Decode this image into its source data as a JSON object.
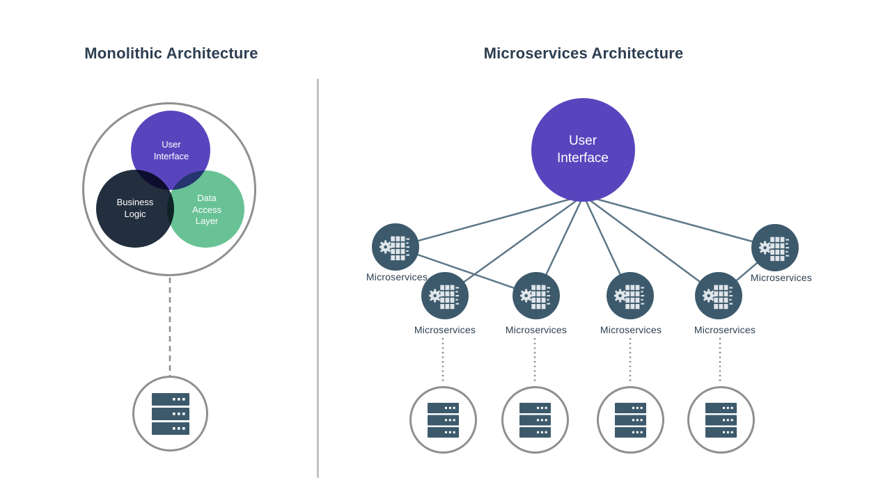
{
  "left": {
    "title": "Monolithic Architecture",
    "venn": {
      "user_interface": "User\nInterface",
      "business_logic": "Business\nLogic",
      "data_access": "Data\nAccess\nLayer"
    },
    "database": {
      "icon": "server-stack-icon"
    }
  },
  "right": {
    "title": "Microservices Architecture",
    "user_interface": "User\nInterface",
    "nodes": [
      {
        "label": "Microservices",
        "icon": "gear-server-icon"
      },
      {
        "label": "Microservices",
        "icon": "gear-server-icon"
      },
      {
        "label": "Microservices",
        "icon": "gear-server-icon"
      },
      {
        "label": "Microservices",
        "icon": "gear-server-icon"
      },
      {
        "label": "Microservices",
        "icon": "gear-server-icon"
      },
      {
        "label": "Microservices",
        "icon": "gear-server-icon"
      }
    ],
    "database_count": 4,
    "database": {
      "icon": "server-stack-icon"
    }
  },
  "colors": {
    "purple": "#5845BE",
    "dark_navy": "#232E3E",
    "green": "#68C295",
    "node_slate": "#3D5A6C",
    "connector": "#5D7787",
    "outline_gray": "#8F8F8F",
    "text_dark": "#2C3E50"
  }
}
